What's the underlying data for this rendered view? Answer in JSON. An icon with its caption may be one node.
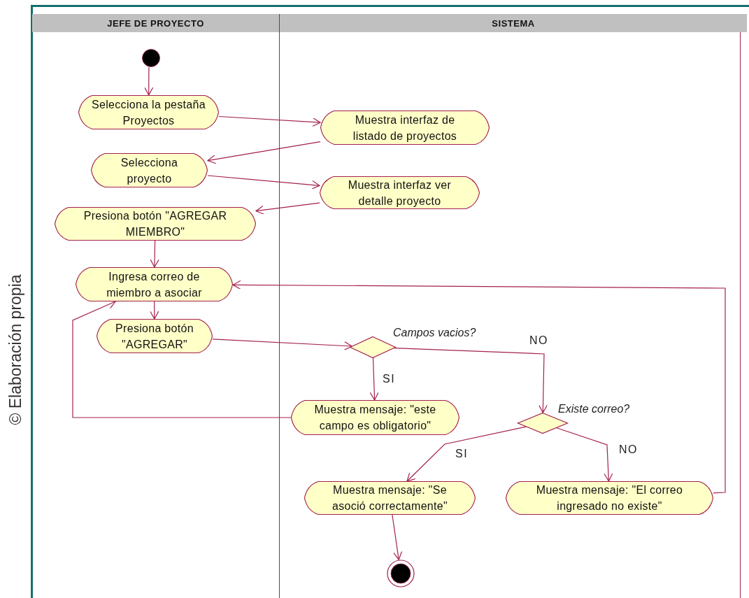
{
  "diagram": {
    "nodes": [
      {
        "text": [
          "JEFE DE PROYECTO"
        ]
      },
      {
        "text": [
          "SISTEMA"
        ]
      },
      {
        "text": [],
        "shape": "circle",
        "in": 0
      },
      {
        "text": [
          "Selecciona la pestaña Proyectos"
        ],
        "in": 0
      },
      {
        "text": [
          "Muestra interfaz de listado de proyectos"
        ],
        "in": 1
      },
      {
        "text": [
          "Selecciona proyecto"
        ],
        "in": 0
      },
      {
        "text": [
          "Muestra interfaz ver detalle proyecto"
        ],
        "in": 1
      },
      {
        "text": [
          "Presiona botón \"AGREGAR MIEMBRO\""
        ],
        "in": 0
      },
      {
        "text": [
          "Ingresa correo de miembro a asociar"
        ],
        "in": 0
      },
      {
        "text": [
          "Presiona botón \"AGREGAR\""
        ],
        "in": 0
      },
      {
        "text": [],
        "shape": "diamond",
        "beside": [
          "Campos vacios?"
        ],
        "in": 1
      },
      {
        "text": [
          "Muestra mensaje: \"este campo es obligatorio\""
        ],
        "in": 1
      },
      {
        "text": [],
        "shape": "diamond",
        "beside": [
          "Existe correo?"
        ],
        "in": 1
      },
      {
        "text": [
          "Muestra mensaje: \"Se asoció correctamente\""
        ],
        "in": 1
      },
      {
        "text": [
          "Muestra mensaje: \"El correo ingresado no existe\""
        ],
        "in": 1
      },
      {
        "text": [],
        "shape": "circle",
        "in": 1
      }
    ],
    "edges": [
      {
        "from": 2,
        "to": 3,
        "arrow": "to"
      },
      {
        "from": 3,
        "to": 4,
        "arrow": "to"
      },
      {
        "from": 4,
        "to": 5,
        "arrow": "to"
      },
      {
        "from": 5,
        "to": 6,
        "arrow": "to"
      },
      {
        "from": 6,
        "to": 7,
        "arrow": "to"
      },
      {
        "from": 7,
        "to": 8,
        "arrow": "to"
      },
      {
        "from": 8,
        "to": 9,
        "arrow": "to"
      },
      {
        "from": 9,
        "to": 10,
        "arrow": "to"
      },
      {
        "from": 10,
        "to": 11,
        "arrow": "to",
        "label": "SI"
      },
      {
        "from": 10,
        "to": 12,
        "arrow": "to",
        "label": "NO"
      },
      {
        "from": 11,
        "to": 8,
        "arrow": "to"
      },
      {
        "from": 12,
        "to": 13,
        "arrow": "to",
        "label": "SI"
      },
      {
        "from": 12,
        "to": 14,
        "arrow": "to",
        "label": "NO"
      },
      {
        "from": 14,
        "to": 8,
        "arrow": "to"
      },
      {
        "from": 13,
        "to": 15,
        "arrow": "to"
      }
    ],
    "labels": [
      "© Elaboración propia"
    ]
  }
}
